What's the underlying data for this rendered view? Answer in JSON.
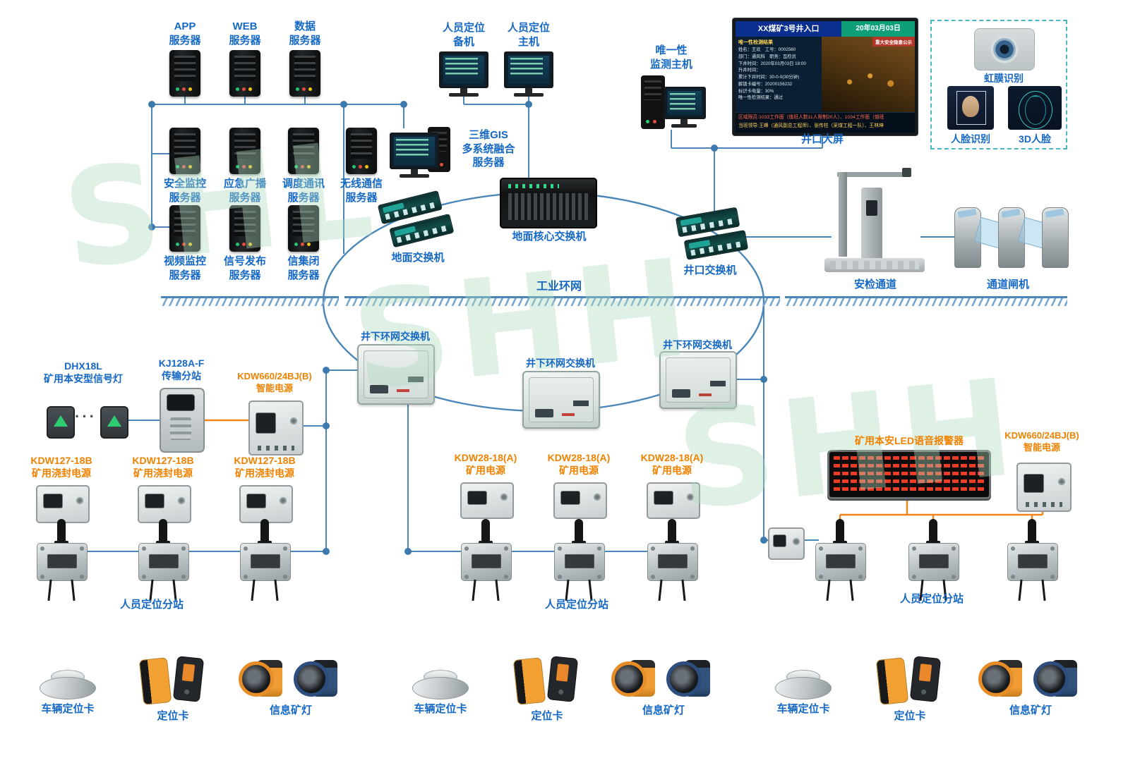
{
  "watermark": {
    "w1": "SHL",
    "w2": "SHH",
    "w3": "SHH"
  },
  "top_servers": [
    {
      "label": "APP\n服务器"
    },
    {
      "label": "WEB\n服务器"
    },
    {
      "label": "数据\n服务器"
    }
  ],
  "mid_servers": [
    {
      "label": "安全监控\n服务器"
    },
    {
      "label": "应急广播\n服务器"
    },
    {
      "label": "调度通讯\n服务器"
    },
    {
      "label": "无线通信\n服务器"
    }
  ],
  "low_servers": [
    {
      "label": "视频监控\n服务器"
    },
    {
      "label": "信号发布\n服务器"
    },
    {
      "label": "信集闭\n服务器"
    }
  ],
  "gis_server_label": "三维GIS\n多系统融合\n服务器",
  "backup_host_label": "人员定位\n备机",
  "main_host_label": "人员定位\n主机",
  "unique_host_label": "唯一性\n监测主机",
  "big_screen": {
    "label": "井口大屏",
    "title": "XX煤矿3号井入口",
    "date": "20年03月03日",
    "left_tag": "唯一性检测结果",
    "right_tag": "重大安全隐患公示",
    "info_lines": [
      "姓名：王欢　工号：0002560",
      "部门：通风科　职务：瓦检员",
      "下井时间：2020年03月03日 18:00",
      "升井时间：",
      "累计下井时间：30-0-0(30分钟)",
      "解锁卡编号：20200156232",
      "标识卡电量：30%",
      "唯一性检测结果：通过"
    ],
    "bottom_lines": [
      "区域限员:1033工作面（值班人数11人限制20人）、1034工作面（值班",
      "当班领导:王峰（通风副总工程师）、张传柱（采煤工程一队）、王林坤"
    ]
  },
  "biometric": {
    "iris": "虹膜识别",
    "face": "人脸识别",
    "face3d": "3D人脸"
  },
  "ground_switch_label": "地面交换机",
  "core_switch_label": "地面核心交换机",
  "wellhead_switch_label": "井口交换机",
  "security_channel_label": "安检通道",
  "turnstile_label": "通道闸机",
  "ring_label": "工业环网",
  "underground_switch_labels": [
    "井下环网交换机",
    "井下环网交换机",
    "井下环网交换机"
  ],
  "left_group": {
    "signal_light_label": "DHX18L\n矿用本安型信号灯",
    "dots": "···",
    "kj128_label": "KJ128A-F\n传输分站",
    "kdw660_label": "KDW660/24BJ(B)\n智能电源",
    "kdw127_labels": [
      "KDW127-18B\n矿用浇封电源",
      "KDW127-18B\n矿用浇封电源",
      "KDW127-18B\n矿用浇封电源"
    ],
    "substation_label": "人员定位分站"
  },
  "mid_group": {
    "kdw28_labels": [
      "KDW28-18(A)\n矿用电源",
      "KDW28-18(A)\n矿用电源",
      "KDW28-18(A)\n矿用电源"
    ],
    "substation_label": "人员定位分站"
  },
  "right_group": {
    "led_label": "矿用本安LED语音报警器",
    "kdw660_label": "KDW660/24BJ(B)\n智能电源",
    "substation_label": "人员定位分站"
  },
  "bottom_groups": [
    {
      "vehicle": "车辆定位卡",
      "card": "定位卡",
      "lamp": "信息矿灯"
    },
    {
      "vehicle": "车辆定位卡",
      "card": "定位卡",
      "lamp": "信息矿灯"
    },
    {
      "vehicle": "车辆定位卡",
      "card": "定位卡",
      "lamp": "信息矿灯"
    }
  ]
}
